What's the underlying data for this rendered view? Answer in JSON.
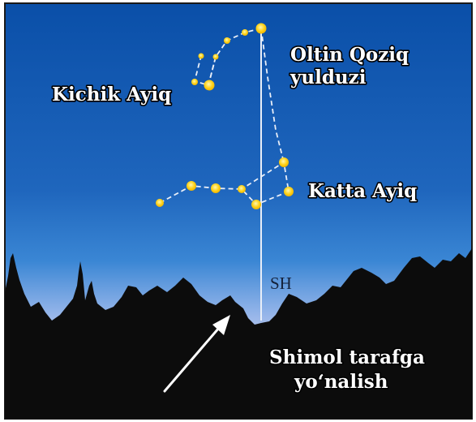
{
  "labels": {
    "little_dipper": "Kichik Ayiq",
    "polaris_line1": "Oltin Qoziq",
    "polaris_line2": "yulduzi",
    "big_dipper": "Katta Ayiq",
    "north_marker": "SH",
    "direction_line1": "Shimol tarafga",
    "direction_line2": "yo‘nalish"
  },
  "colors": {
    "sky_top": "#0a4fa8",
    "sky_mid": "#2f7fd0",
    "sky_horizon": "#b9c8ef",
    "star": "#ffd21a",
    "silhouette": "#0c0c0c",
    "pointer_line": "#ffffff"
  }
}
